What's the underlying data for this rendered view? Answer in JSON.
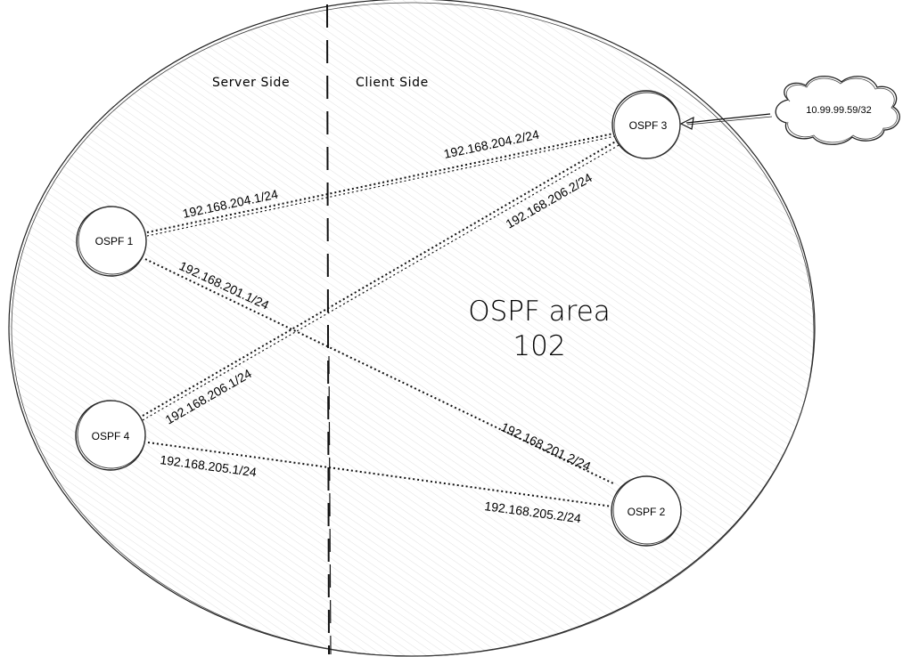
{
  "side_labels": {
    "server": "Server Side",
    "client": "Client Side"
  },
  "area_title": {
    "line1": "OSPF area",
    "line2": "102"
  },
  "cloud_label": "10.99.99.59/32",
  "routers": [
    {
      "id": "ospf1",
      "label": "OSPF 1"
    },
    {
      "id": "ospf2",
      "label": "OSPF 2"
    },
    {
      "id": "ospf3",
      "label": "OSPF 3"
    },
    {
      "id": "ospf4",
      "label": "OSPF 4"
    }
  ],
  "links": [
    {
      "from": "ospf1",
      "to": "ospf3",
      "from_ip": "192.168.204.1/24",
      "to_ip": "192.168.204.2/24"
    },
    {
      "from": "ospf1",
      "to": "ospf2",
      "from_ip": "192.168.201.1/24",
      "to_ip": "192.168.201.2/24"
    },
    {
      "from": "ospf4",
      "to": "ospf3",
      "from_ip": "192.168.206.1/24",
      "to_ip": "192.168.206.2/24"
    },
    {
      "from": "ospf4",
      "to": "ospf2",
      "from_ip": "192.168.205.1/24",
      "to_ip": "192.168.205.2/24"
    }
  ]
}
